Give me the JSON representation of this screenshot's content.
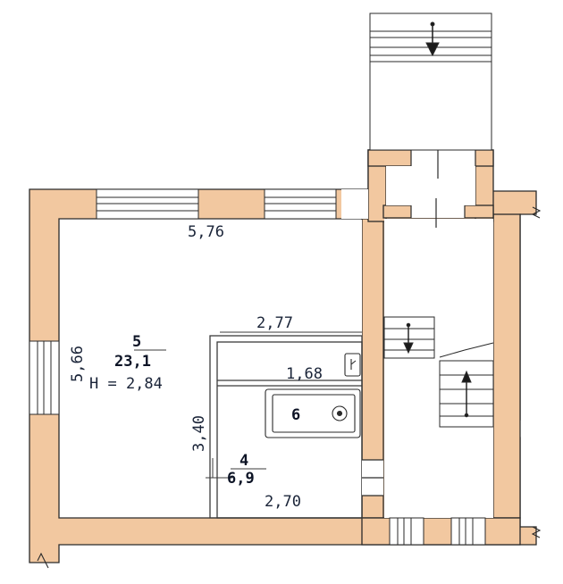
{
  "colors": {
    "wall": "#f2c8a0",
    "wall_outline": "#2a2a2a",
    "line": "#3b3b3b",
    "text": "#1a2438"
  },
  "rooms": [
    {
      "number": "5",
      "area": "23,1",
      "height_label": "H = 2,84"
    },
    {
      "number": "4",
      "area": "6,9"
    },
    {
      "number": "6"
    }
  ],
  "dimensions": {
    "room5_width": "5,76",
    "room5_depth": "5,66",
    "room4_top": "2,77",
    "room4_side": "3,40",
    "room4_bottom": "2,70",
    "room6_width": "1,68"
  },
  "icons": [
    "stair-direction-arrow-icon",
    "sink-icon",
    "bathtub-icon",
    "window-icon",
    "door-icon",
    "break-line-icon"
  ]
}
